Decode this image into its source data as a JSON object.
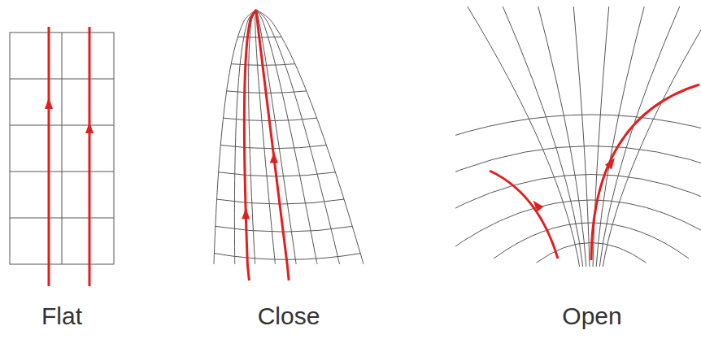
{
  "diagram": {
    "labels": [
      "Flat",
      "Close",
      "Open"
    ]
  }
}
